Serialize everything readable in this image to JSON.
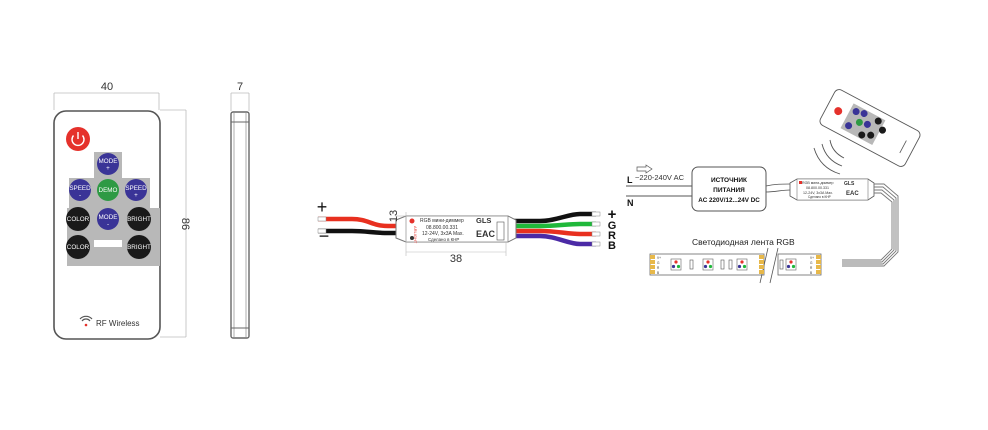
{
  "remote_front": {
    "width_dim": "40",
    "height_dim": "86",
    "buttons": {
      "power": "power",
      "mode_plus_top": "MODE",
      "mode_plus_sign": "+",
      "speed_minus_top": "SPEED",
      "speed_minus_sign": "-",
      "demo": "DEMO",
      "speed_plus_top": "SPEED",
      "speed_plus_sign": "+",
      "mode_minus_top": "MODE",
      "mode_minus_sign": "-",
      "color_1": "COLOR",
      "color_2": "COLOR",
      "bright_1": "BRIGHT",
      "bright_2": "BRIGHT"
    },
    "footer": "RF  Wireless"
  },
  "remote_side": {
    "thickness_dim": "7"
  },
  "dimmer": {
    "title": "RGB мини-диммер",
    "brand": "GLS",
    "article": "08.800.00.331",
    "rating": "12-24V,  3x3A Max.",
    "origin": "Сделано в КНР",
    "cert_mark": "EAC",
    "side_badge": "ARLIGHT",
    "height_dim": "13",
    "length_dim": "38",
    "input_plus": "+",
    "input_minus": "−",
    "outputs": [
      "+",
      "G",
      "R",
      "B"
    ]
  },
  "wiring": {
    "line_L": "L",
    "line_N": "N",
    "ac_input": "~220-240V AC",
    "psu_title_1": "ИСТОЧНИК",
    "psu_title_2": "ПИТАНИЯ",
    "psu_rating": "AC 220V/12...24V DC",
    "strip_label": "Светодиодная лента RGB",
    "strip_pins": [
      "V+",
      "G",
      "R",
      "B"
    ]
  },
  "colors": {
    "power_red": "#e5312b",
    "button_blue": "#3a3497",
    "button_green": "#2e9a44",
    "button_black": "#1a1a1a",
    "pad_gray": "#b8b8b8",
    "wire_red": "#e8301f",
    "wire_black": "#111111",
    "wire_green": "#1fb83a",
    "wire_blue": "#4b2aa6",
    "strip_pad": "#e7b84a"
  }
}
